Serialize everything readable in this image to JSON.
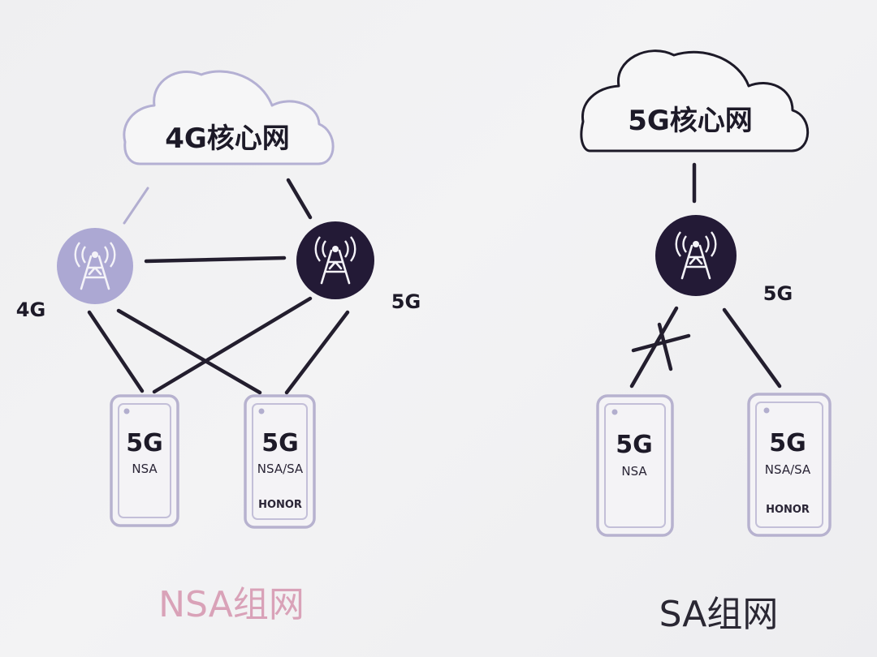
{
  "nsa": {
    "core_label": "4G核心网",
    "station_4g_label": "4G",
    "station_5g_label": "5G",
    "phone_left": {
      "big": "5G",
      "small": "NSA"
    },
    "phone_right": {
      "big": "5G",
      "small": "NSA/SA",
      "brand": "HONOR"
    },
    "caption": "NSA组网"
  },
  "sa": {
    "core_label": "5G核心网",
    "station_5g_label": "5G",
    "phone_left": {
      "big": "5G",
      "small": "NSA"
    },
    "phone_right": {
      "big": "5G",
      "small": "NSA/SA",
      "brand": "HONOR"
    },
    "caption": "SA组网"
  },
  "colors": {
    "light_cloud_stroke": "#b4b0d3",
    "dark_cloud_stroke": "#1d1a28",
    "station_4g_fill": "#aca8d3",
    "station_5g_fill": "#231a36",
    "nsa_caption_color": "#d9a2b8",
    "sa_caption_color": "#2a2733"
  },
  "icons": [
    "cloud-icon",
    "cell-tower-icon",
    "smartphone-icon",
    "blocked-link-x-icon"
  ]
}
